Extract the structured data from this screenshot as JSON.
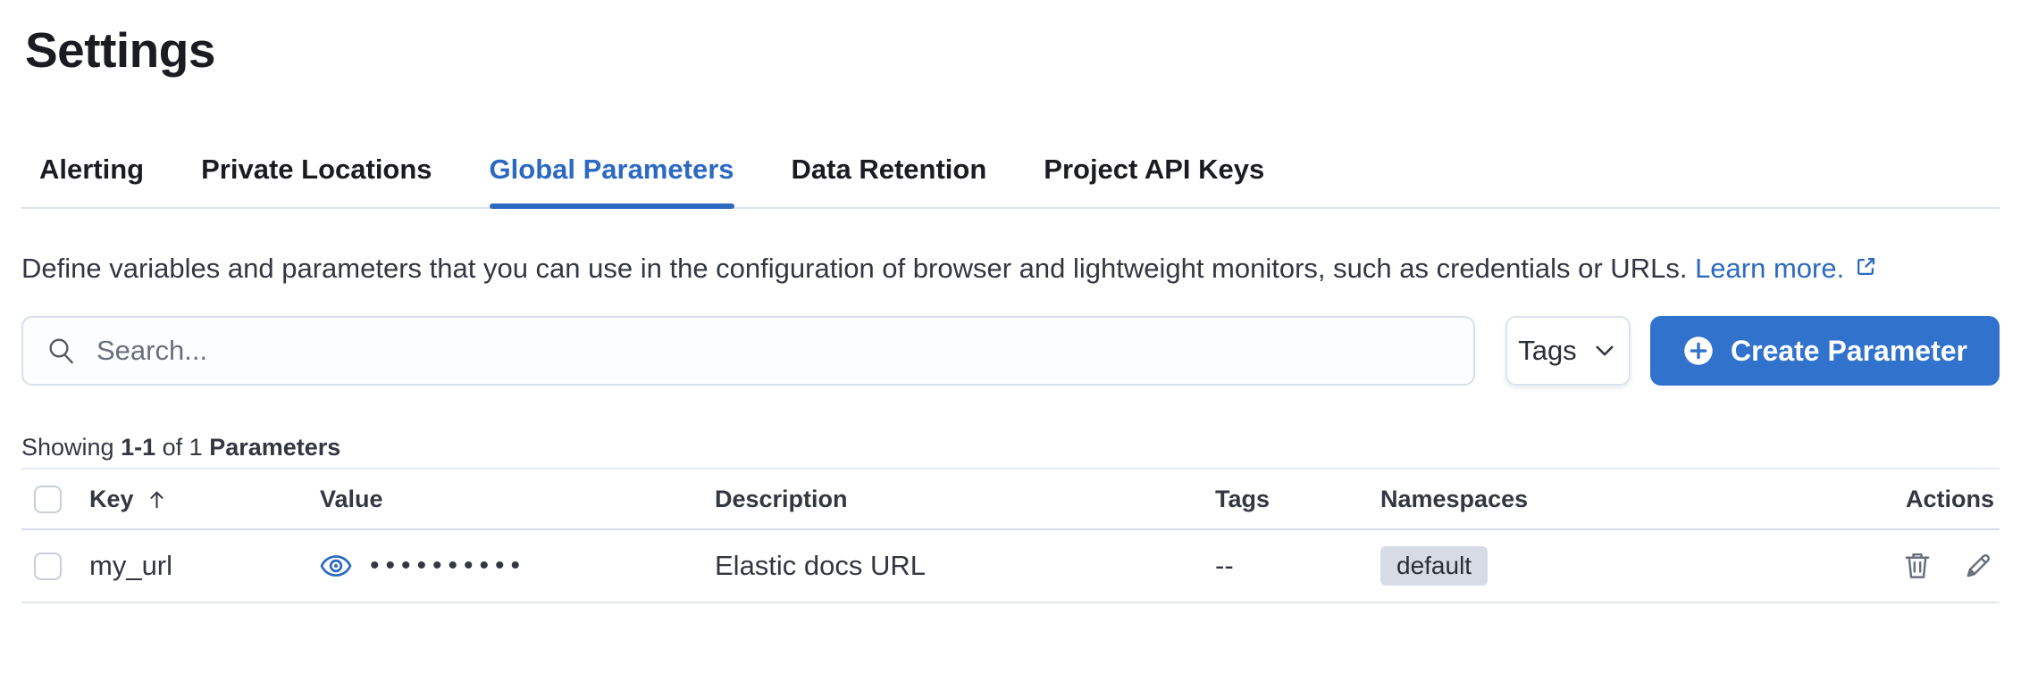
{
  "page": {
    "title": "Settings"
  },
  "tabs": [
    {
      "label": "Alerting"
    },
    {
      "label": "Private Locations"
    },
    {
      "label": "Global Parameters"
    },
    {
      "label": "Data Retention"
    },
    {
      "label": "Project API Keys"
    }
  ],
  "description": {
    "text": "Define variables and parameters that you can use in the configuration of browser and lightweight monitors, such as credentials or URLs.",
    "link": "Learn more."
  },
  "toolbar": {
    "search_placeholder": "Search...",
    "tags_button": "Tags",
    "create_button": "Create Parameter"
  },
  "summary": {
    "showing": "Showing",
    "range": "1-1",
    "of": "of 1",
    "entity": "Parameters"
  },
  "table": {
    "headers": {
      "key": "Key",
      "value": "Value",
      "description": "Description",
      "tags": "Tags",
      "namespaces": "Namespaces",
      "actions": "Actions"
    },
    "rows": [
      {
        "key": "my_url",
        "value_masked": "••••••••••",
        "description": "Elastic docs URL",
        "tags": "--",
        "namespace": "default"
      }
    ]
  },
  "colors": {
    "accent": "#2C69C2",
    "button": "#3173CC",
    "badge_bg": "#D6DBE5"
  }
}
